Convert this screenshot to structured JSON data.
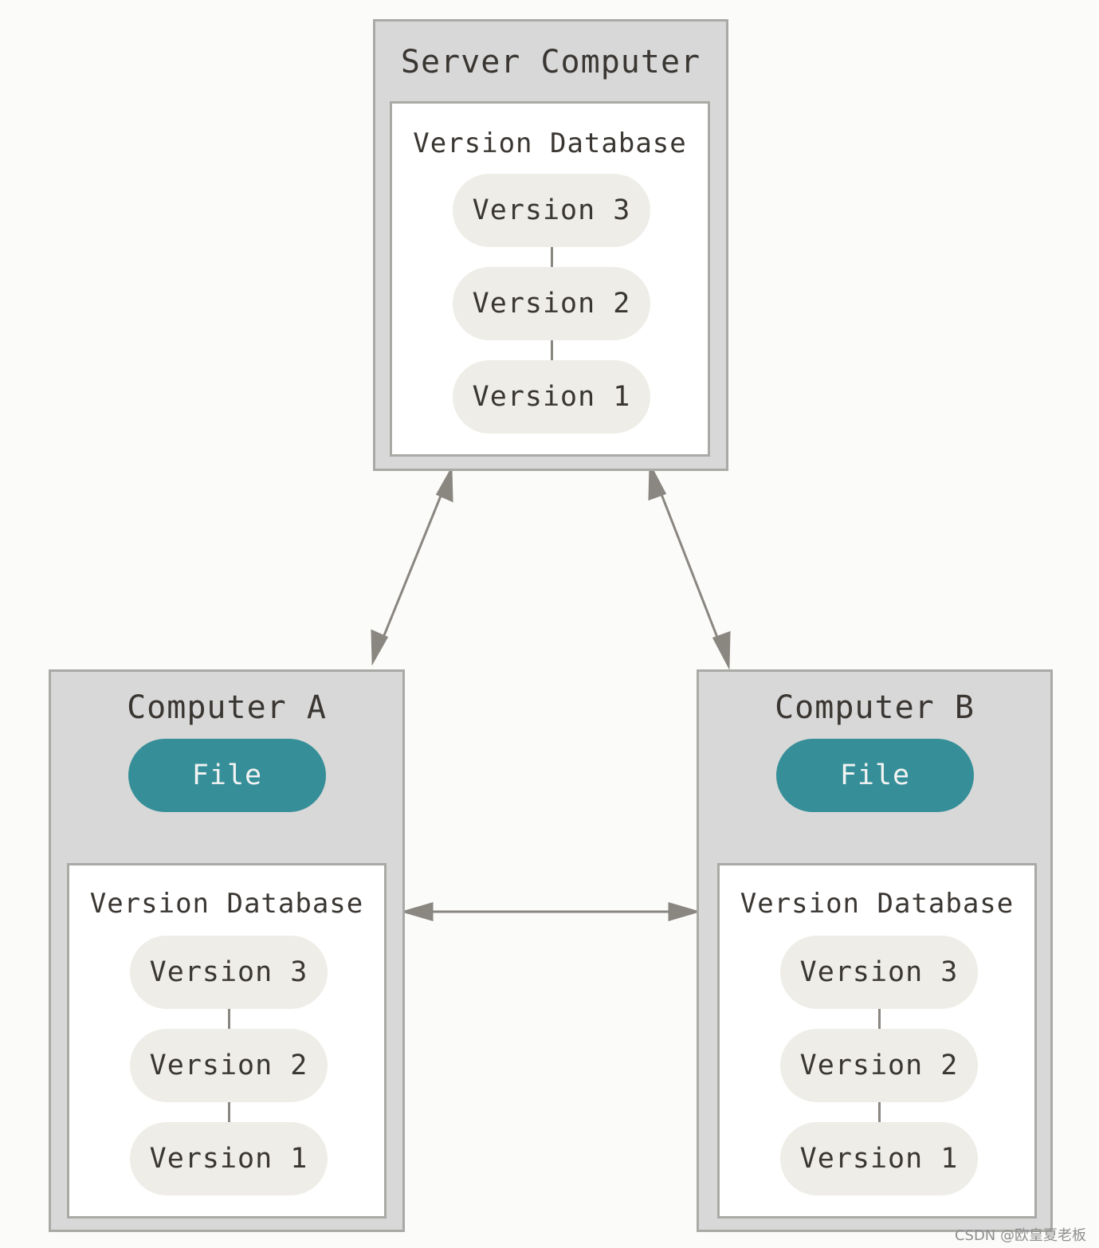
{
  "server": {
    "title": "Server Computer",
    "database": {
      "title": "Version Database",
      "versions": [
        "Version 3",
        "Version 2",
        "Version 1"
      ]
    }
  },
  "computer_a": {
    "title": "Computer A",
    "file": "File",
    "database": {
      "title": "Version Database",
      "versions": [
        "Version 3",
        "Version 2",
        "Version 1"
      ]
    }
  },
  "computer_b": {
    "title": "Computer B",
    "file": "File",
    "database": {
      "title": "Version Database",
      "versions": [
        "Version 3",
        "Version 2",
        "Version 1"
      ]
    }
  },
  "colors": {
    "box_fill": "#d8d8d8",
    "box_border": "#a9a9a6",
    "version_pill": "#eeede7",
    "file_pill": "#368f98",
    "arrow": "#8a8680"
  },
  "watermark": "CSDN @欧皇夏老板"
}
